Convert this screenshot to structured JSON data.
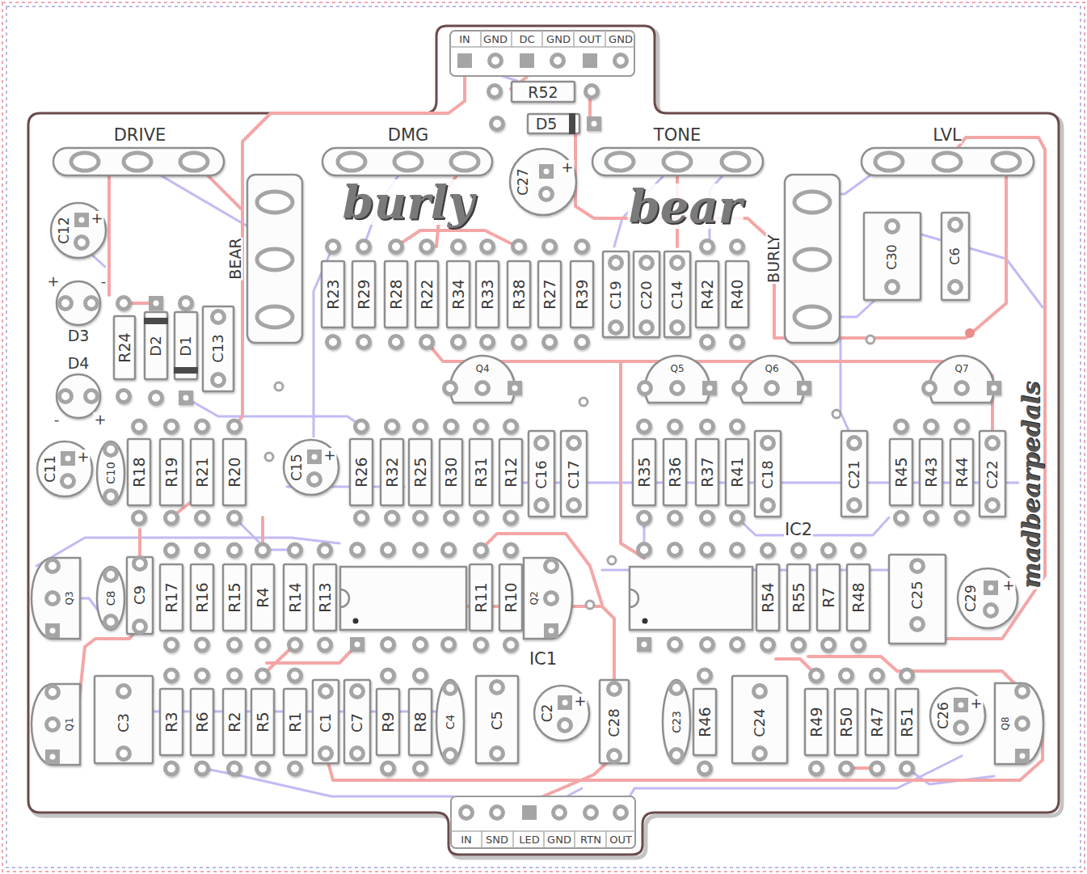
{
  "diagram": {
    "nodes": [
      {
        "text": [
          "R52"
        ]
      },
      {
        "text": [
          "D5"
        ]
      },
      {
        "text": [
          "DRIVE"
        ]
      },
      {
        "text": [
          "DMG"
        ]
      },
      {
        "text": [
          "C27",
          "+"
        ]
      },
      {
        "text": [
          "TONE"
        ]
      },
      {
        "text": [
          "LVL"
        ]
      },
      {
        "text": [
          "BEAR"
        ]
      },
      {
        "text": [
          "BURLY"
        ]
      },
      {
        "text": [
          "C12",
          "+"
        ]
      },
      {
        "text": [
          "C30"
        ]
      },
      {
        "text": [
          "C6"
        ]
      },
      {
        "text": [
          "R23"
        ]
      },
      {
        "text": [
          "R29"
        ]
      },
      {
        "text": [
          "R28"
        ]
      },
      {
        "text": [
          "R22"
        ]
      },
      {
        "text": [
          "R34"
        ]
      },
      {
        "text": [
          "R33"
        ]
      },
      {
        "text": [
          "R38"
        ]
      },
      {
        "text": [
          "R27"
        ]
      },
      {
        "text": [
          "R39"
        ]
      },
      {
        "text": [
          "C19"
        ]
      },
      {
        "text": [
          "C20"
        ]
      },
      {
        "text": [
          "C14"
        ]
      },
      {
        "text": [
          "R42"
        ]
      },
      {
        "text": [
          "R40"
        ]
      },
      {
        "text": [
          "D3"
        ]
      },
      {
        "text": [
          "R24"
        ]
      },
      {
        "text": [
          "D2"
        ]
      },
      {
        "text": [
          "D1"
        ]
      },
      {
        "text": [
          "C13"
        ]
      },
      {
        "text": [
          "D4"
        ]
      },
      {
        "text": [
          "Q4"
        ]
      },
      {
        "text": [
          "Q5"
        ]
      },
      {
        "text": [
          "Q6"
        ]
      },
      {
        "text": [
          "Q7"
        ]
      },
      {
        "text": [
          "C11",
          "+"
        ]
      },
      {
        "text": [
          "C10"
        ]
      },
      {
        "text": [
          "R18"
        ]
      },
      {
        "text": [
          "R19"
        ]
      },
      {
        "text": [
          "R21"
        ]
      },
      {
        "text": [
          "R20"
        ]
      },
      {
        "text": [
          "C15",
          "+"
        ]
      },
      {
        "text": [
          "R26"
        ]
      },
      {
        "text": [
          "R32"
        ]
      },
      {
        "text": [
          "R25"
        ]
      },
      {
        "text": [
          "R30"
        ]
      },
      {
        "text": [
          "R31"
        ]
      },
      {
        "text": [
          "R12"
        ]
      },
      {
        "text": [
          "C16"
        ]
      },
      {
        "text": [
          "C17"
        ]
      },
      {
        "text": [
          "R35"
        ]
      },
      {
        "text": [
          "R36"
        ]
      },
      {
        "text": [
          "R37"
        ]
      },
      {
        "text": [
          "R41"
        ]
      },
      {
        "text": [
          "C18"
        ]
      },
      {
        "text": [
          "C21"
        ]
      },
      {
        "text": [
          "R45"
        ]
      },
      {
        "text": [
          "R43"
        ]
      },
      {
        "text": [
          "R44"
        ]
      },
      {
        "text": [
          "C22"
        ]
      },
      {
        "text": [
          "Q3"
        ]
      },
      {
        "text": [
          "C8"
        ]
      },
      {
        "text": [
          "C9"
        ]
      },
      {
        "text": [
          "R17"
        ]
      },
      {
        "text": [
          "R16"
        ]
      },
      {
        "text": [
          "R15"
        ]
      },
      {
        "text": [
          "R4"
        ]
      },
      {
        "text": [
          "R14"
        ]
      },
      {
        "text": [
          "R13"
        ]
      },
      {
        "text": [
          "IC1"
        ]
      },
      {
        "text": [
          "R11"
        ]
      },
      {
        "text": [
          "R10"
        ]
      },
      {
        "text": [
          "Q2"
        ]
      },
      {
        "text": [
          "IC2"
        ]
      },
      {
        "text": [
          "R54"
        ]
      },
      {
        "text": [
          "R55"
        ]
      },
      {
        "text": [
          "R7"
        ]
      },
      {
        "text": [
          "R48"
        ]
      },
      {
        "text": [
          "C25"
        ]
      },
      {
        "text": [
          "C29",
          "+"
        ]
      },
      {
        "text": [
          "Q1"
        ]
      },
      {
        "text": [
          "C3"
        ]
      },
      {
        "text": [
          "R3"
        ]
      },
      {
        "text": [
          "R6"
        ]
      },
      {
        "text": [
          "R2"
        ]
      },
      {
        "text": [
          "R5"
        ]
      },
      {
        "text": [
          "R1"
        ]
      },
      {
        "text": [
          "C1"
        ]
      },
      {
        "text": [
          "C7"
        ]
      },
      {
        "text": [
          "R9"
        ]
      },
      {
        "text": [
          "R8"
        ]
      },
      {
        "text": [
          "C4"
        ]
      },
      {
        "text": [
          "C5"
        ]
      },
      {
        "text": [
          "C2",
          "+"
        ]
      },
      {
        "text": [
          "C28"
        ]
      },
      {
        "text": [
          "C23"
        ]
      },
      {
        "text": [
          "R46"
        ]
      },
      {
        "text": [
          "C24"
        ]
      },
      {
        "text": [
          "R49"
        ]
      },
      {
        "text": [
          "R50"
        ]
      },
      {
        "text": [
          "R47"
        ]
      },
      {
        "text": [
          "R51"
        ]
      },
      {
        "text": [
          "C26",
          "+"
        ]
      },
      {
        "text": [
          "Q8"
        ]
      }
    ],
    "labels": [
      "IN",
      "GND",
      "DC",
      "GND",
      "OUT",
      "GND",
      "burly",
      "bear",
      "+",
      "-",
      "-",
      "+",
      "madbearpedals",
      "IN",
      "SND",
      "LED",
      "GND",
      "RTN",
      "OUT"
    ]
  }
}
